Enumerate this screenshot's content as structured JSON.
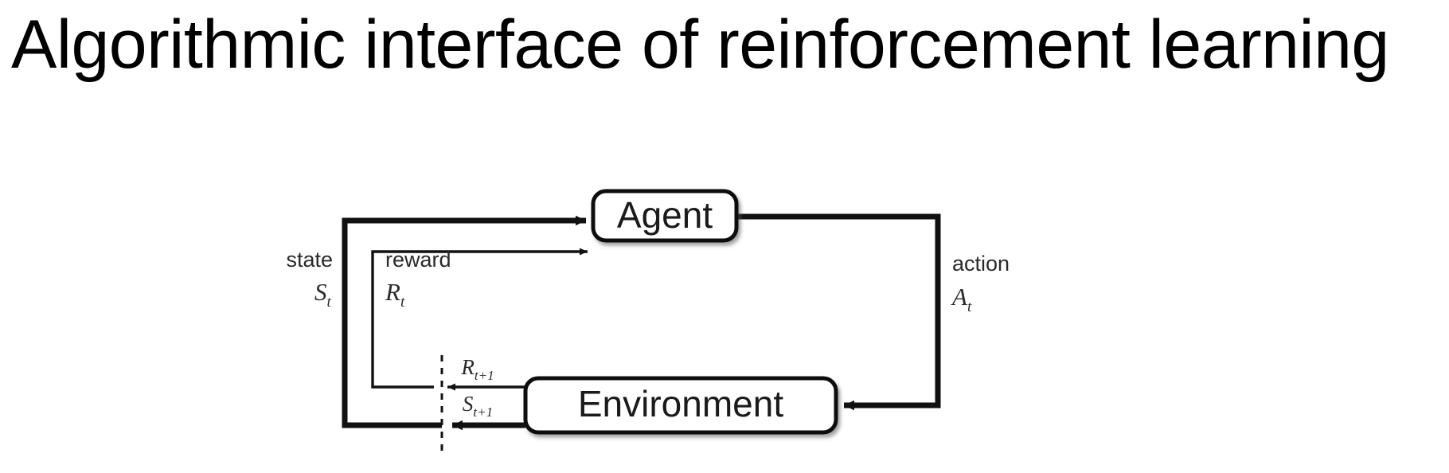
{
  "slide": {
    "title": "Algorithmic interface of reinforcement learning",
    "background_color": "#ffffff",
    "text_color": "#000000"
  },
  "diagram": {
    "name": "reinforcement-learning-agent-environment-loop",
    "type": "block-diagram",
    "line_color": "#111111",
    "box_fill": "#ffffff",
    "box_border_color": "#111111",
    "nodes": [
      {
        "id": "agent",
        "label": "Agent",
        "shape": "rounded-rect"
      },
      {
        "id": "environment",
        "label": "Environment",
        "shape": "rounded-rect"
      }
    ],
    "edges": [
      {
        "id": "state-in",
        "from": "environment",
        "to": "agent",
        "label": "state",
        "symbol": "S",
        "subscript": "t",
        "weight": "thick"
      },
      {
        "id": "reward-in",
        "from": "environment",
        "to": "agent",
        "label": "reward",
        "symbol": "R",
        "subscript": "t",
        "weight": "thin"
      },
      {
        "id": "action-out",
        "from": "agent",
        "to": "environment",
        "label": "action",
        "symbol": "A",
        "subscript": "t",
        "weight": "thick"
      },
      {
        "id": "reward-next",
        "from": "environment",
        "to": "boundary",
        "symbol": "R",
        "subscript": "t+1",
        "weight": "thin"
      },
      {
        "id": "state-next",
        "from": "environment",
        "to": "boundary",
        "symbol": "S",
        "subscript": "t+1",
        "weight": "thick"
      }
    ],
    "boundary": {
      "id": "time-boundary",
      "style": "dashed-vertical-line"
    }
  }
}
